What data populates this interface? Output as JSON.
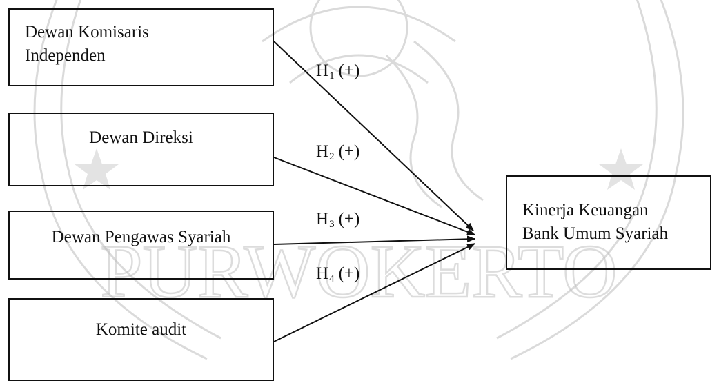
{
  "nodes": {
    "dewan_komisaris_independen": {
      "line1": "Dewan Komisaris",
      "line2": "Independen"
    },
    "dewan_direksi": {
      "label": "Dewan Direksi"
    },
    "dewan_pengawas_syariah": {
      "label": "Dewan Pengawas Syariah"
    },
    "komite_audit": {
      "label": "Komite audit"
    },
    "kinerja_keuangan": {
      "line1": "Kinerja Keuangan",
      "line2": "Bank Umum Syariah"
    }
  },
  "hypotheses": [
    {
      "letter": "H",
      "index": "1",
      "sign": "(+)"
    },
    {
      "letter": "H",
      "index": "2",
      "sign": "(+)"
    },
    {
      "letter": "H",
      "index": "3",
      "sign": "(+)"
    },
    {
      "letter": "H",
      "index": "4",
      "sign": "(+)"
    }
  ],
  "watermark": {
    "text": "PURWOKERTO",
    "color": "#bbbbbb"
  }
}
